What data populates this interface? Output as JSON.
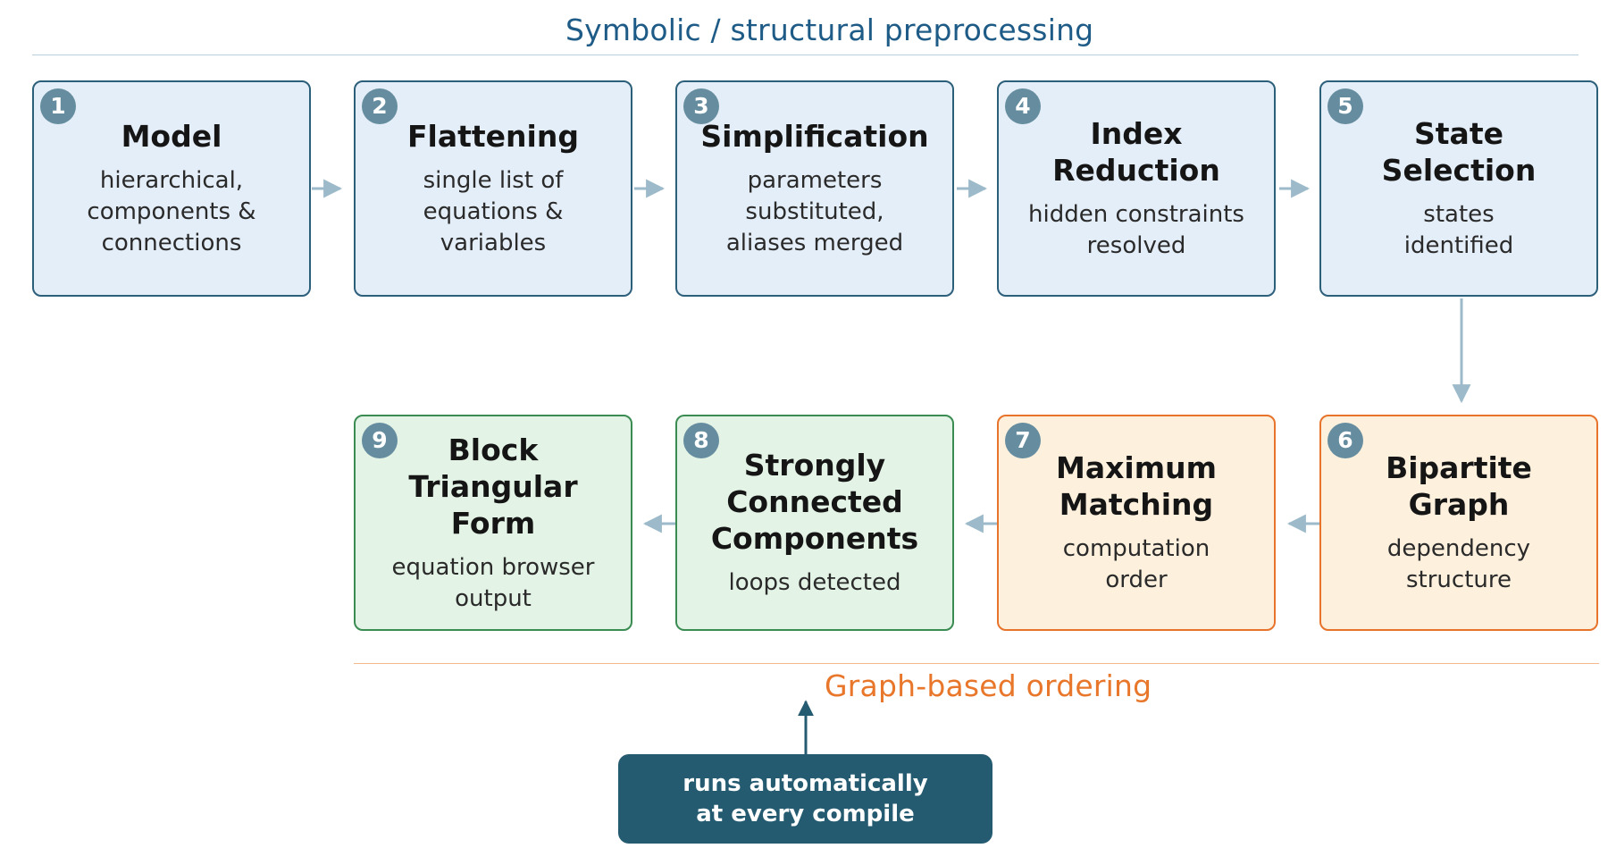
{
  "sections": {
    "top_title": "Symbolic / structural preprocessing",
    "bottom_title": "Graph-based ordering"
  },
  "steps": [
    {
      "number": "1",
      "title": "Model",
      "description": "hierarchical,\ncomponents &\nconnections"
    },
    {
      "number": "2",
      "title": "Flattening",
      "description": "single list of\nequations &\nvariables"
    },
    {
      "number": "3",
      "title": "Simplification",
      "description": "parameters\nsubstituted,\naliases merged"
    },
    {
      "number": "4",
      "title": "Index\nReduction",
      "description": "hidden constraints\nresolved"
    },
    {
      "number": "5",
      "title": "State\nSelection",
      "description": "states\nidentified"
    },
    {
      "number": "6",
      "title": "Bipartite\nGraph",
      "description": "dependency\nstructure"
    },
    {
      "number": "7",
      "title": "Maximum\nMatching",
      "description": "computation\norder"
    },
    {
      "number": "8",
      "title": "Strongly\nConnected\nComponents",
      "description": "loops detected"
    },
    {
      "number": "9",
      "title": "Block\nTriangular\nForm",
      "description": "equation browser\noutput"
    }
  ],
  "callout": {
    "label": "runs automatically\nat every compile"
  },
  "colors": {
    "preprocessing": "#2c5f7a",
    "graph_ordering": "#e8732a",
    "output": "#3a8c52",
    "callout": "#245b70",
    "arrow": "#9dbacb"
  }
}
